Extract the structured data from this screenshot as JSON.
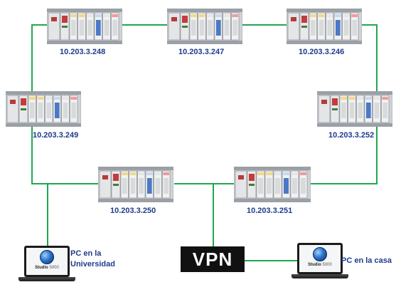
{
  "network": {
    "plcs": [
      {
        "id": "plc-248",
        "ip": "10.203.3.248"
      },
      {
        "id": "plc-247",
        "ip": "10.203.3.247"
      },
      {
        "id": "plc-246",
        "ip": "10.203.3.246"
      },
      {
        "id": "plc-249",
        "ip": "10.203.3.249"
      },
      {
        "id": "plc-252",
        "ip": "10.203.3.252"
      },
      {
        "id": "plc-250",
        "ip": "10.203.3.250"
      },
      {
        "id": "plc-251",
        "ip": "10.203.3.251"
      }
    ],
    "vpn_label": "VPN",
    "pc_university": {
      "line1": "PC en la",
      "line2": "Universidad",
      "software": "Studio",
      "version": "5000"
    },
    "pc_home": {
      "label": "PC en la casa",
      "software": "Studio",
      "version": "5000"
    }
  },
  "colors": {
    "link": "#1fa84f",
    "ip_text": "#1f3b8c",
    "vpn_box": "#111111",
    "vpn_text": "#ffffff"
  }
}
